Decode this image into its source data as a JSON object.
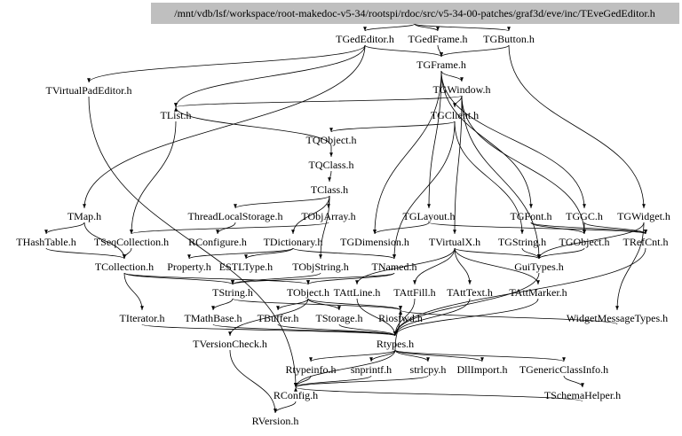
{
  "title": "/mnt/vdb/lsf/workspace/root-makedoc-v5-34/rootspi/rdoc/src/v5-34-00-patches/graf3d/eve/inc/TEveGedEditor.h",
  "colors": {
    "title_bg": "#bfbfbf",
    "edge": "#000000",
    "text": "#000000"
  },
  "nodes": [
    "TGedEditor.h",
    "TGedFrame.h",
    "TGButton.h",
    "TGFrame.h",
    "TVirtualPadEditor.h",
    "TGWindow.h",
    "TList.h",
    "TGClient.h",
    "TQObject.h",
    "TQClass.h",
    "TClass.h",
    "TMap.h",
    "ThreadLocalStorage.h",
    "TObjArray.h",
    "TGLayout.h",
    "TGFont.h",
    "TGGC.h",
    "TGWidget.h",
    "THashTable.h",
    "TSeqCollection.h",
    "RConfigure.h",
    "TDictionary.h",
    "TGDimension.h",
    "TVirtualX.h",
    "TGString.h",
    "TGObject.h",
    "TRefCnt.h",
    "TCollection.h",
    "Property.h",
    "ESTLType.h",
    "TObjString.h",
    "TNamed.h",
    "GuiTypes.h",
    "TString.h",
    "TObject.h",
    "TAttLine.h",
    "TAttFill.h",
    "TAttText.h",
    "TAttMarker.h",
    "TIterator.h",
    "TMathBase.h",
    "TBuffer.h",
    "TStorage.h",
    "Riosfwd.h",
    "WidgetMessageTypes.h",
    "TVersionCheck.h",
    "Rtypes.h",
    "Rtypeinfo.h",
    "snprintf.h",
    "strlcpy.h",
    "DllImport.h",
    "TGenericClassInfo.h",
    "TSchemaHelper.h",
    "RConfig.h",
    "RVersion.h"
  ],
  "edges": [
    [
      "ROOT",
      "TGedEditor.h"
    ],
    [
      "ROOT",
      "TGedFrame.h"
    ],
    [
      "ROOT",
      "TGButton.h"
    ],
    [
      "TGedEditor.h",
      "TGFrame.h"
    ],
    [
      "TGedEditor.h",
      "TVirtualPadEditor.h"
    ],
    [
      "TGedEditor.h",
      "TList.h"
    ],
    [
      "TGedEditor.h",
      "TMap.h"
    ],
    [
      "TGedFrame.h",
      "TGFrame.h"
    ],
    [
      "TGButton.h",
      "TGFrame.h"
    ],
    [
      "TGButton.h",
      "TGWidget.h"
    ],
    [
      "TGFrame.h",
      "TGWindow.h"
    ],
    [
      "TGFrame.h",
      "TGDimension.h"
    ],
    [
      "TGFrame.h",
      "TGGC.h"
    ],
    [
      "TGFrame.h",
      "TGFont.h"
    ],
    [
      "TGFrame.h",
      "TGLayout.h"
    ],
    [
      "TGWindow.h",
      "TGClient.h"
    ],
    [
      "TGWindow.h",
      "TList.h"
    ],
    [
      "TGWindow.h",
      "TGObject.h"
    ],
    [
      "TGWindow.h",
      "TVirtualX.h"
    ],
    [
      "TGWindow.h",
      "GuiTypes.h"
    ],
    [
      "TGClient.h",
      "TQObject.h"
    ],
    [
      "TGClient.h",
      "TGString.h"
    ],
    [
      "TGClient.h",
      "TNamed.h"
    ],
    [
      "TVirtualPadEditor.h",
      "RConfig.h"
    ],
    [
      "TList.h",
      "TSeqCollection.h"
    ],
    [
      "TQObject.h",
      "TQClass.h"
    ],
    [
      "TQObject.h",
      "TList.h"
    ],
    [
      "TQClass.h",
      "TClass.h"
    ],
    [
      "TClass.h",
      "ThreadLocalStorage.h"
    ],
    [
      "TClass.h",
      "TObjArray.h"
    ],
    [
      "TClass.h",
      "TDictionary.h"
    ],
    [
      "TClass.h",
      "TObjString.h"
    ],
    [
      "TMap.h",
      "THashTable.h"
    ],
    [
      "TMap.h",
      "TCollection.h"
    ],
    [
      "THashTable.h",
      "TCollection.h"
    ],
    [
      "TSeqCollection.h",
      "TCollection.h"
    ],
    [
      "TObjArray.h",
      "TSeqCollection.h"
    ],
    [
      "ThreadLocalStorage.h",
      "RConfigure.h"
    ],
    [
      "TDictionary.h",
      "Property.h"
    ],
    [
      "TDictionary.h",
      "ESTLType.h"
    ],
    [
      "TDictionary.h",
      "TNamed.h"
    ],
    [
      "TGLayout.h",
      "TGDimension.h"
    ],
    [
      "TGLayout.h",
      "TRefCnt.h"
    ],
    [
      "TGFont.h",
      "TGObject.h"
    ],
    [
      "TGFont.h",
      "TRefCnt.h"
    ],
    [
      "TGGC.h",
      "TGObject.h"
    ],
    [
      "TGGC.h",
      "TRefCnt.h"
    ],
    [
      "TGWidget.h",
      "WidgetMessageTypes.h"
    ],
    [
      "TGWidget.h",
      "GuiTypes.h"
    ],
    [
      "TGString.h",
      "GuiTypes.h"
    ],
    [
      "TGObject.h",
      "GuiTypes.h"
    ],
    [
      "TRefCnt.h",
      "Rtypes.h"
    ],
    [
      "TVirtualX.h",
      "TAttLine.h"
    ],
    [
      "TVirtualX.h",
      "TAttFill.h"
    ],
    [
      "TVirtualX.h",
      "TAttText.h"
    ],
    [
      "TVirtualX.h",
      "TAttMarker.h"
    ],
    [
      "TVirtualX.h",
      "GuiTypes.h"
    ],
    [
      "TCollection.h",
      "TIterator.h"
    ],
    [
      "TCollection.h",
      "TString.h"
    ],
    [
      "TCollection.h",
      "TObject.h"
    ],
    [
      "TObjString.h",
      "TString.h"
    ],
    [
      "TNamed.h",
      "TString.h"
    ],
    [
      "TNamed.h",
      "TObject.h"
    ],
    [
      "TString.h",
      "TMathBase.h"
    ],
    [
      "TString.h",
      "Riosfwd.h"
    ],
    [
      "TObject.h",
      "TStorage.h"
    ],
    [
      "TObject.h",
      "TBuffer.h"
    ],
    [
      "TObject.h",
      "TVersionCheck.h"
    ],
    [
      "TObject.h",
      "Riosfwd.h"
    ],
    [
      "TAttLine.h",
      "Rtypes.h"
    ],
    [
      "TAttFill.h",
      "Rtypes.h"
    ],
    [
      "TAttText.h",
      "Rtypes.h"
    ],
    [
      "TAttMarker.h",
      "Rtypes.h"
    ],
    [
      "GuiTypes.h",
      "Rtypes.h"
    ],
    [
      "WidgetMessageTypes.h",
      "Riosfwd.h"
    ],
    [
      "TStorage.h",
      "Rtypes.h"
    ],
    [
      "TBuffer.h",
      "Rtypes.h"
    ],
    [
      "TMathBase.h",
      "Rtypes.h"
    ],
    [
      "TIterator.h",
      "Rtypes.h"
    ],
    [
      "TVersionCheck.h",
      "RVersion.h"
    ],
    [
      "Rtypes.h",
      "RConfig.h"
    ],
    [
      "Rtypes.h",
      "Rtypeinfo.h"
    ],
    [
      "Rtypes.h",
      "snprintf.h"
    ],
    [
      "Rtypes.h",
      "strlcpy.h"
    ],
    [
      "Rtypes.h",
      "DllImport.h"
    ],
    [
      "Rtypes.h",
      "TGenericClassInfo.h"
    ],
    [
      "Rtypes.h",
      "Riosfwd.h"
    ],
    [
      "TGenericClassInfo.h",
      "TSchemaHelper.h"
    ],
    [
      "Rtypeinfo.h",
      "RConfig.h"
    ],
    [
      "snprintf.h",
      "RConfig.h"
    ],
    [
      "strlcpy.h",
      "RConfig.h"
    ],
    [
      "TSchemaHelper.h",
      "RConfig.h"
    ],
    [
      "RConfig.h",
      "RVersion.h"
    ]
  ]
}
